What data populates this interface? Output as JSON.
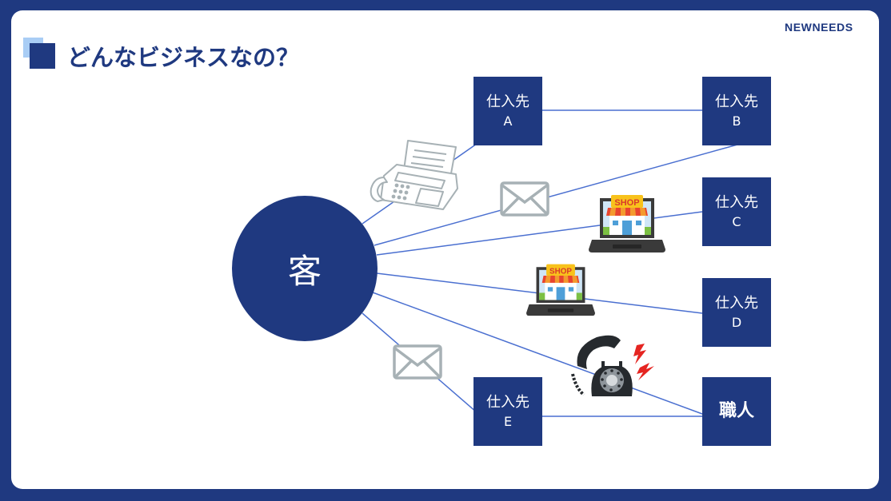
{
  "brand": "NEWNEEDS",
  "title": "どんなビジネスなの？",
  "colors": {
    "primary": "#1f3980",
    "accent_light": "#a9cdf5",
    "line": "#4a6fd0",
    "icon_gray": "#a7b1b5"
  },
  "customer": {
    "label": "客"
  },
  "suppliers": [
    {
      "id": "A",
      "label": "仕入先",
      "sub": "A"
    },
    {
      "id": "B",
      "label": "仕入先",
      "sub": "B"
    },
    {
      "id": "C",
      "label": "仕入先",
      "sub": "C"
    },
    {
      "id": "D",
      "label": "仕入先",
      "sub": "D"
    },
    {
      "id": "E",
      "label": "仕入先",
      "sub": "E"
    }
  ],
  "craftsman": {
    "label": "職人"
  },
  "channels": [
    {
      "from": "customer",
      "to": "A",
      "via": "fax-icon"
    },
    {
      "from": "customer",
      "to": "B",
      "via": "envelope-icon"
    },
    {
      "from": "customer",
      "to": "C",
      "via": "online-shop-icon"
    },
    {
      "from": "customer",
      "to": "D",
      "via": "online-shop-icon"
    },
    {
      "from": "customer",
      "to": "craftsman",
      "via": "telephone-icon"
    },
    {
      "from": "customer",
      "to": "E",
      "via": "envelope-icon"
    },
    {
      "from": "A",
      "to": "B",
      "via": null
    },
    {
      "from": "E",
      "to": "craftsman",
      "via": null
    }
  ],
  "shop_sign": "SHOP"
}
